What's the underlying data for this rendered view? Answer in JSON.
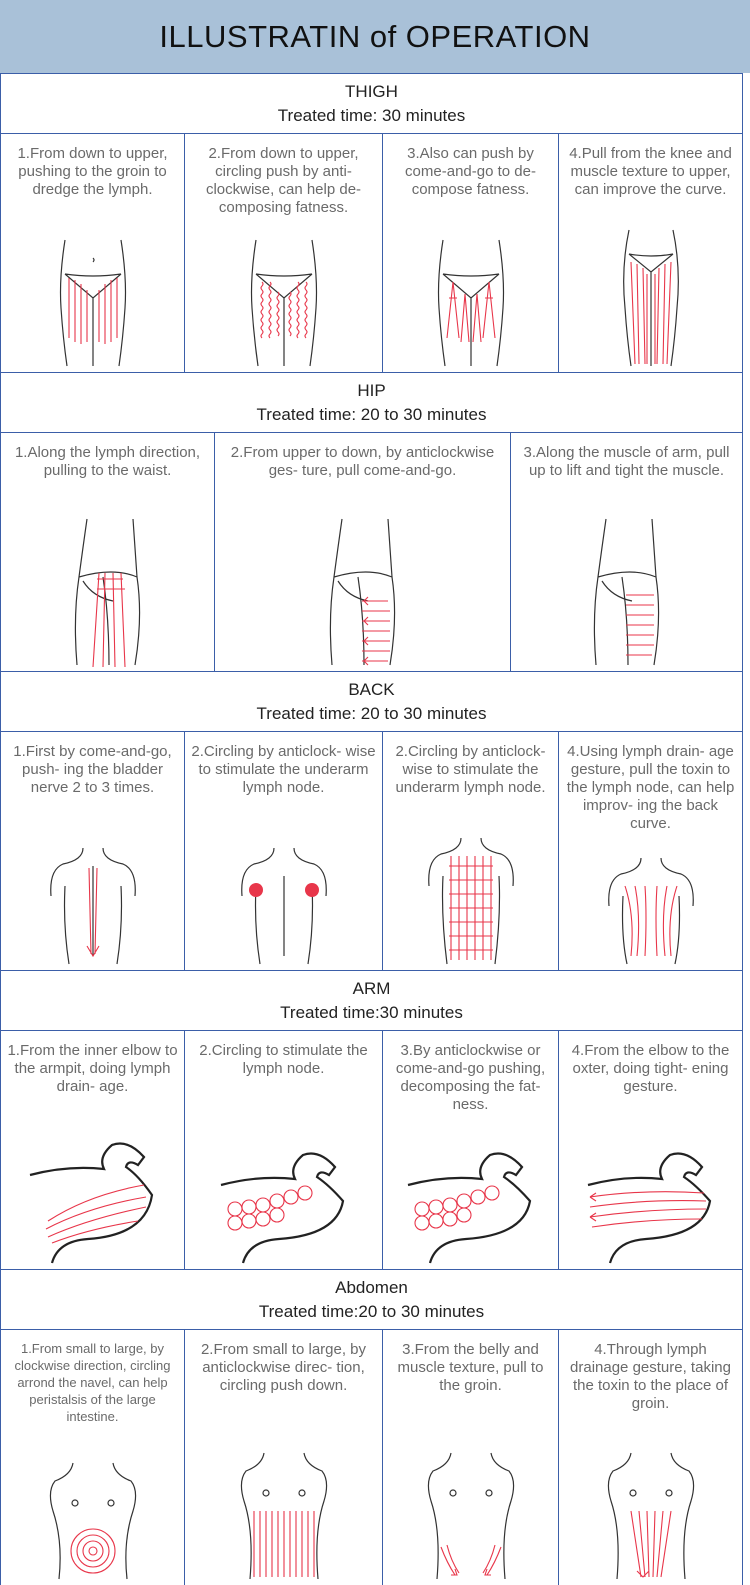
{
  "title": "ILLUSTRATIN of OPERATION",
  "sections": [
    {
      "name": "THIGH",
      "time": "Treated time: 30 minutes",
      "cells": [
        {
          "text": "1.From down to upper, pushing to the groin to dredge the lymph."
        },
        {
          "text": "2.From down to upper, circling push by anti- clockwise, can help de- composing fatness."
        },
        {
          "text": "3.Also can push by come-and-go to de- compose fatness."
        },
        {
          "text": "4.Pull from the knee and muscle texture to upper, can improve the curve."
        }
      ]
    },
    {
      "name": "HIP",
      "time": "Treated time: 20 to 30 minutes",
      "cells": [
        {
          "text": "1.Along the lymph direction, pulling to the waist."
        },
        {
          "text": "2.From upper to down, by anticlockwise ges- ture, pull come-and-go."
        },
        {
          "text": "3.Along the muscle of arm, pull up to lift and tight the muscle."
        }
      ]
    },
    {
      "name": "BACK",
      "time": "Treated time: 20 to 30 minutes",
      "cells": [
        {
          "text": "1.First by come-and-go, push- ing the bladder nerve 2 to 3 times."
        },
        {
          "text": "2.Circling by anticlock- wise to stimulate the underarm lymph node."
        },
        {
          "text": "2.Circling by anticlock- wise to stimulate the underarm lymph node."
        },
        {
          "text": "4.Using lymph drain- age gesture, pull the toxin to the lymph node, can help improv- ing the back curve."
        }
      ]
    },
    {
      "name": "ARM",
      "time": "Treated time:30 minutes",
      "cells": [
        {
          "text": "1.From the inner elbow to the armpit, doing lymph drain- age."
        },
        {
          "text": "2.Circling to stimulate the lymph node."
        },
        {
          "text": "3.By anticlockwise or come-and-go pushing, decomposing the fat- ness."
        },
        {
          "text": "4.From the elbow to the oxter, doing tight- ening gesture."
        }
      ]
    },
    {
      "name": "Abdomen",
      "time": "Treated time:20 to 30 minutes",
      "cells": [
        {
          "text": "1.From small to large, by clockwise direction, circling arrond the navel, can help peristalsis of the large intestine."
        },
        {
          "text": "2.From small to large, by anticlockwise direc- tion, circling push down."
        },
        {
          "text": "3.From the belly and muscle texture, pull to the groin."
        },
        {
          "text": "4.Through lymph drainage gesture, taking the toxin to the place of groin."
        }
      ]
    }
  ]
}
